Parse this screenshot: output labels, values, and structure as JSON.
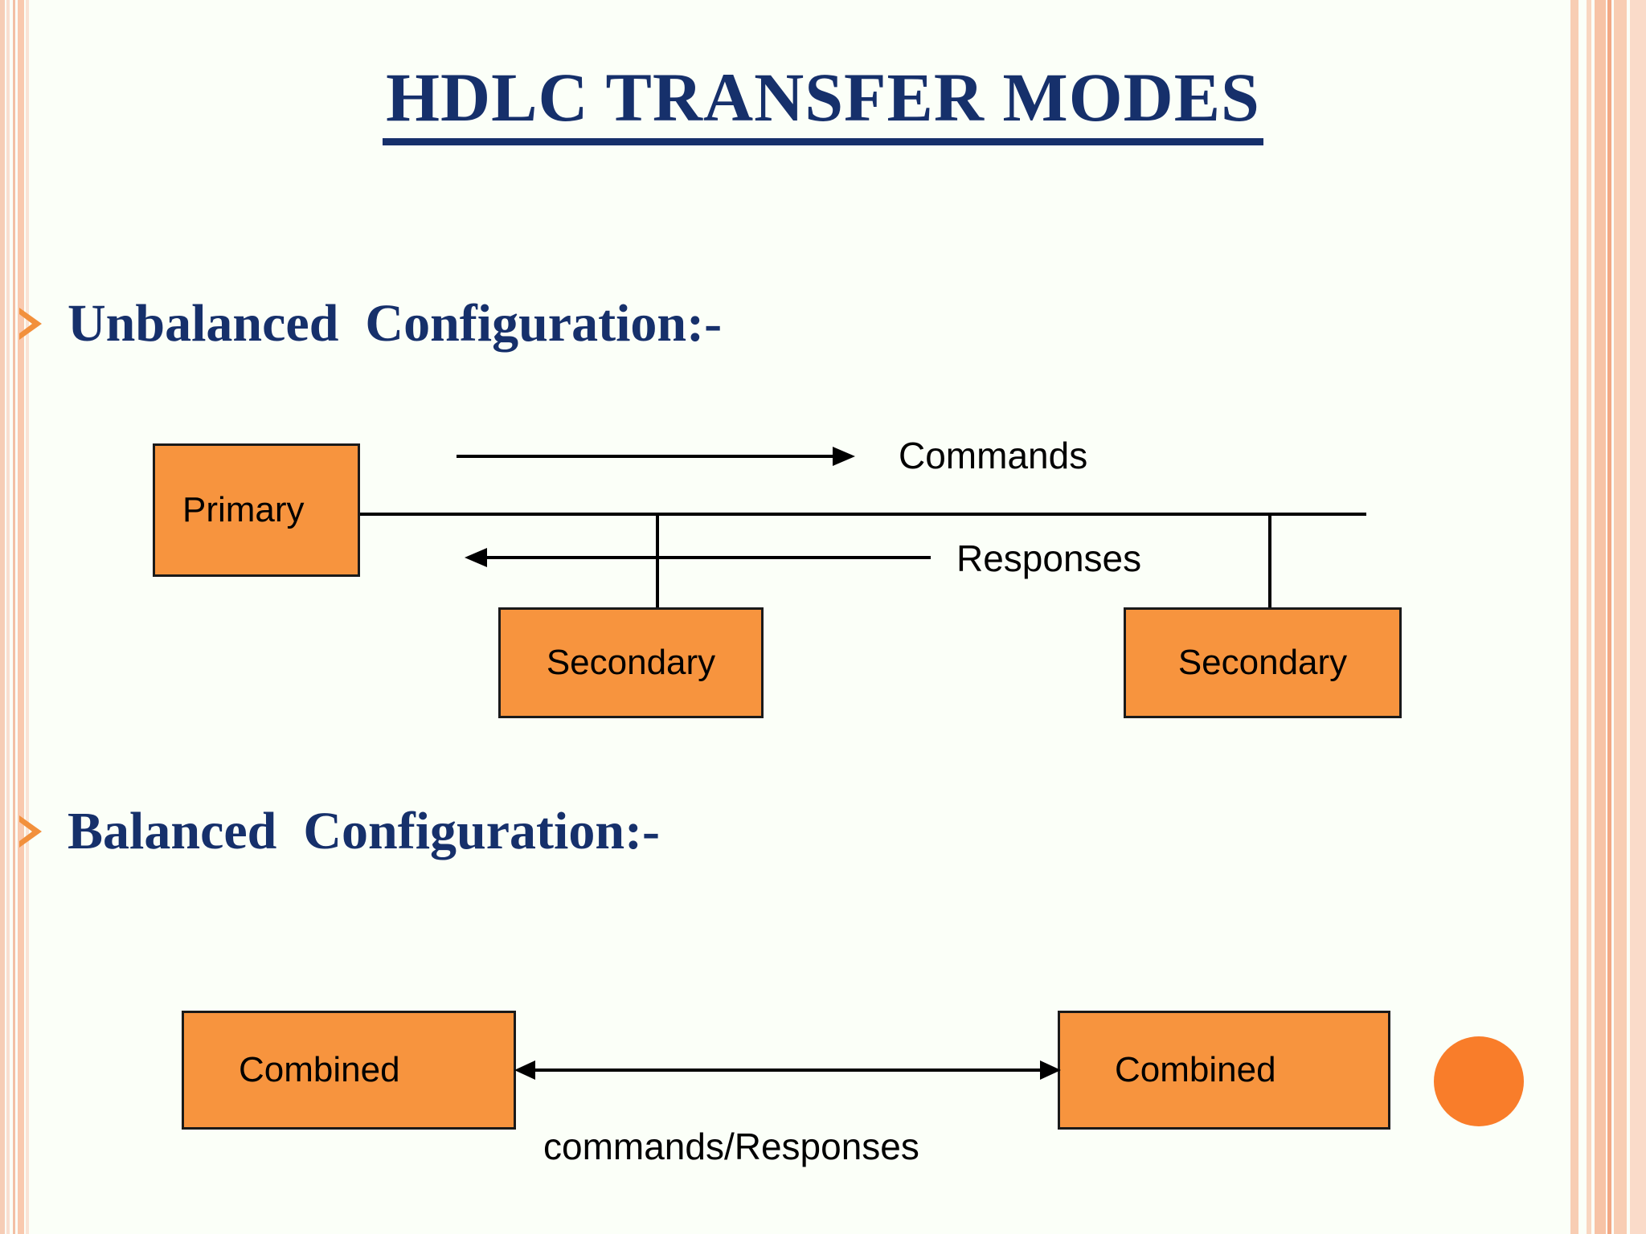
{
  "slide": {
    "title": "HDLC  TRANSFER  MODES",
    "background_color": "#fbfff8",
    "title_color": "#16306b",
    "accent_color": "#F7943E",
    "circle_color": "#F97D2A"
  },
  "bullets": [
    {
      "marker": "arrow-bullet",
      "text": "Unbalanced  Configuration:-"
    },
    {
      "marker": "arrow-bullet",
      "text": "Balanced  Configuration:-"
    }
  ],
  "diagram_unbalanced": {
    "nodes": [
      {
        "id": "primary",
        "label": "Primary"
      },
      {
        "id": "secondary-1",
        "label": "Secondary"
      },
      {
        "id": "secondary-2",
        "label": "Secondary"
      }
    ],
    "edges": [
      {
        "id": "commands",
        "label": "Commands",
        "direction": "right"
      },
      {
        "id": "responses",
        "label": "Responses",
        "direction": "left"
      }
    ]
  },
  "diagram_balanced": {
    "nodes": [
      {
        "id": "combined-1",
        "label": "Combined"
      },
      {
        "id": "combined-2",
        "label": "Combined"
      }
    ],
    "edges": [
      {
        "id": "commands-responses",
        "label": "commands/Responses",
        "direction": "both"
      }
    ]
  }
}
